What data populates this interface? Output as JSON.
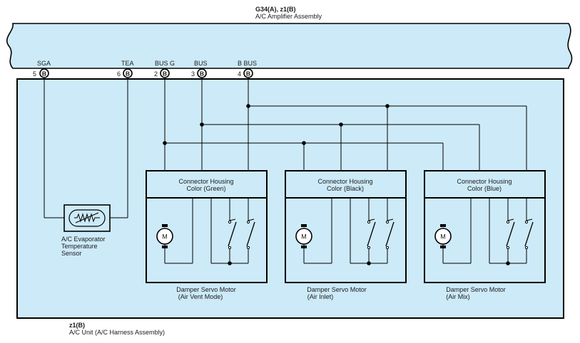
{
  "amplifier": {
    "connector_id": "G34(A), z1(B)",
    "name": "A/C Amplifier Assembly"
  },
  "unit": {
    "connector_id": "z1(B)",
    "name": "A/C Unit (A/C Harness Assembly)"
  },
  "pins": [
    {
      "signal": "SGA",
      "number": "5",
      "connector": "B"
    },
    {
      "signal": "TEA",
      "number": "6",
      "connector": "B"
    },
    {
      "signal": "BUS G",
      "number": "2",
      "connector": "B"
    },
    {
      "signal": "BUS",
      "number": "3",
      "connector": "B"
    },
    {
      "signal": "B BUS",
      "number": "4",
      "connector": "B"
    }
  ],
  "sensor": {
    "label_line1": "A/C Evaporator",
    "label_line2": "Temperature",
    "label_line3": "Sensor"
  },
  "servos": [
    {
      "housing_line1": "Connector Housing",
      "housing_line2": "Color (Green)",
      "motor_symbol": "M",
      "name_line1": "Damper Servo Motor",
      "name_line2": "(Air Vent Mode)"
    },
    {
      "housing_line1": "Connector Housing",
      "housing_line2": "Color (Black)",
      "motor_symbol": "M",
      "name_line1": "Damper Servo Motor",
      "name_line2": "(Air Inlet)"
    },
    {
      "housing_line1": "Connector Housing",
      "housing_line2": "Color (Blue)",
      "motor_symbol": "M",
      "name_line1": "Damper Servo Motor",
      "name_line2": "(Air Mix)"
    }
  ],
  "colors": {
    "fill": "#cdeaf8",
    "line": "#000000"
  }
}
